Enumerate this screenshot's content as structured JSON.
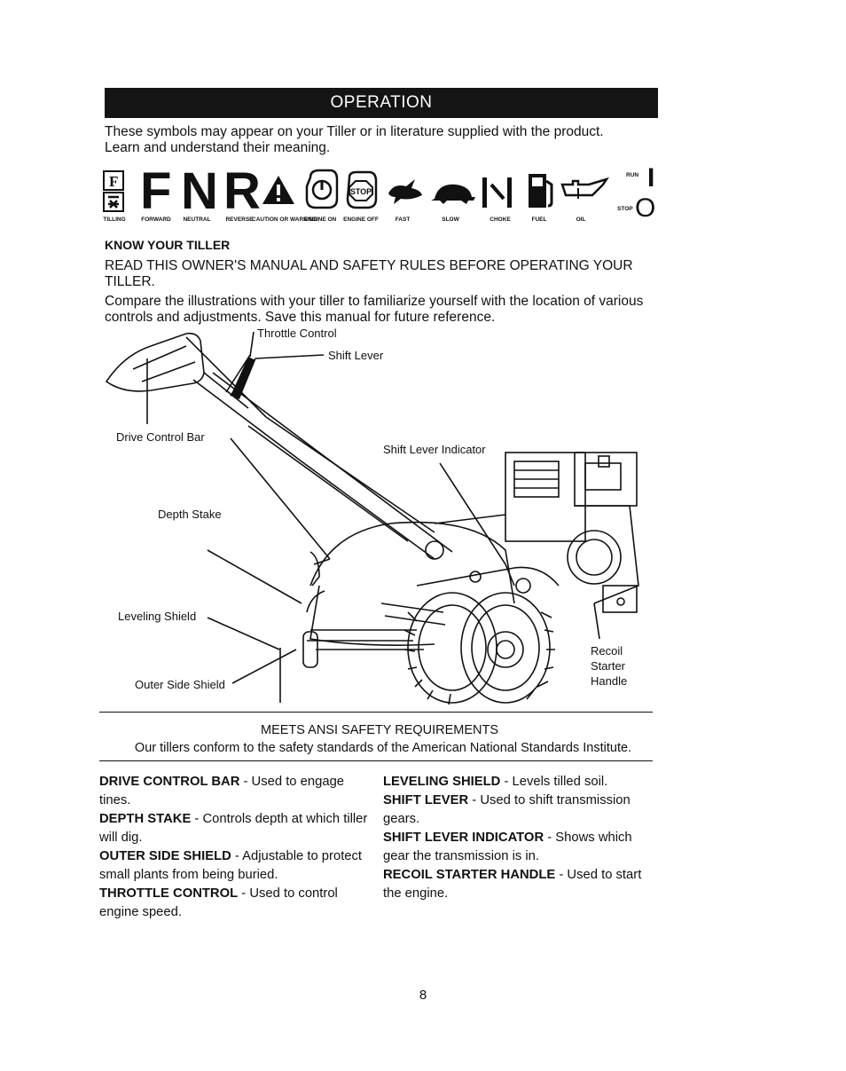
{
  "header": {
    "title": "OPERATION"
  },
  "intro": {
    "line1": "These symbols  may appear on your Tiller or in literature supplied with the product.",
    "line2": "Learn and understand their meaning."
  },
  "symbols": {
    "letters": [
      "F",
      "N",
      "R"
    ],
    "captions": {
      "tilling": "TILLING",
      "forward": "FORWARD",
      "neutral": "NEUTRAL",
      "reverse": "REVERSE",
      "caution": "CAUTION OR WARNING",
      "engine_on": "ENGINE ON",
      "engine_off": "ENGINE OFF",
      "fast": "FAST",
      "slow": "SLOW",
      "choke": "CHOKE",
      "fuel": "FUEL",
      "oil": "OIL",
      "run": "RUN",
      "stop": "STOP"
    },
    "stop_sign_text": "STOP",
    "run_glyph": "I",
    "stop_glyph": "O"
  },
  "know": {
    "title": "KNOW YOUR TILLER",
    "rules": "READ THIS OWNER'S MANUAL AND SAFETY RULES BEFORE OPERATING YOUR TILLER.",
    "compare": "Compare the illustrations with your tiller to familiarize yourself with the location of various controls and adjustments. Save this manual for future reference."
  },
  "diagram_labels": {
    "throttle": "Throttle Control",
    "shift_lever": "Shift Lever",
    "drive_bar": "Drive Control Bar",
    "shift_indicator": "Shift Lever Indicator",
    "depth_stake": "Depth Stake",
    "leveling_shield": "Leveling Shield",
    "outer_side_shield": "Outer Side Shield",
    "recoil_1": "Recoil",
    "recoil_2": "Starter",
    "recoil_3": "Handle"
  },
  "ansi": {
    "title": "MEETS ANSI SAFETY REQUIREMENTS",
    "body": "Our tillers conform to the safety standards of the American National Standards Institute."
  },
  "definitions_left": [
    {
      "term": "DRIVE CONTROL BAR",
      "desc": " - Used to engage tines."
    },
    {
      "term": "DEPTH STAKE",
      "desc": " - Controls depth at which tiller will dig."
    },
    {
      "term": "OUTER SIDE SHIELD",
      "desc": " - Adjustable to protect small plants from being buried."
    },
    {
      "term": "THROTTLE CONTROL",
      "desc": " - Used to control engine speed."
    }
  ],
  "definitions_right": [
    {
      "term": "LEVELING SHIELD",
      "desc": " - Levels tilled soil."
    },
    {
      "term": "SHIFT LEVER",
      "desc": " - Used to shift transmission gears."
    },
    {
      "term": "SHIFT LEVER INDICATOR",
      "desc": " - Shows which gear the transmission is in."
    },
    {
      "term": "RECOIL STARTER HANDLE",
      "desc": " - Used to start the engine."
    }
  ],
  "page_number": "8"
}
